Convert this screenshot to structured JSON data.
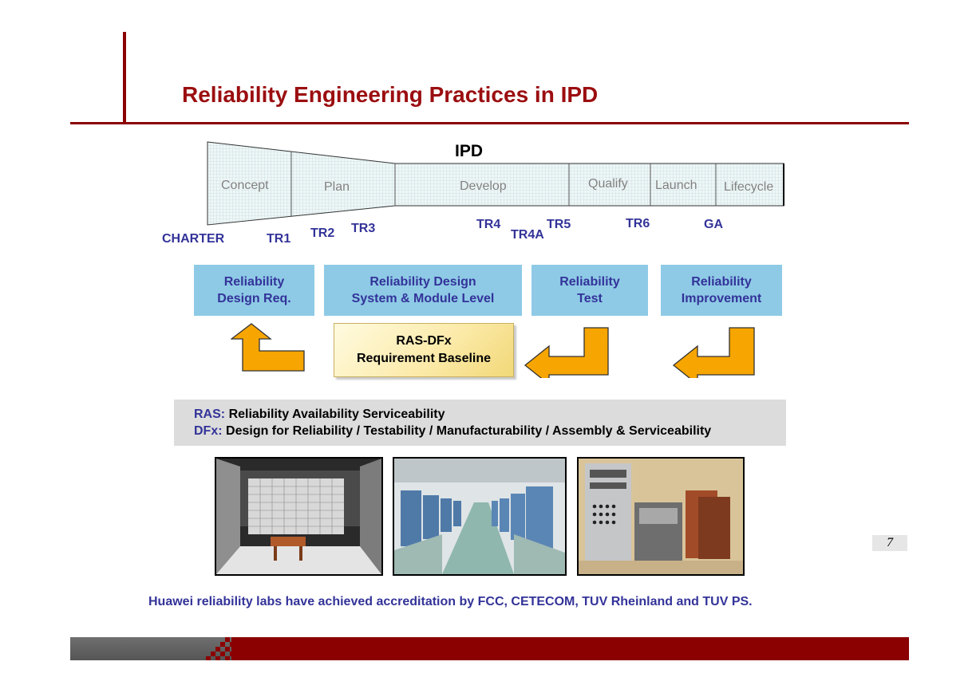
{
  "title": "Reliability Engineering Practices in IPD",
  "ipd": {
    "label": "IPD",
    "phases": [
      "Concept",
      "Plan",
      "Develop",
      "Qualify",
      "Launch",
      "Lifecycle"
    ]
  },
  "checkpoints": [
    "CHARTER",
    "TR1",
    "TR2",
    "TR3",
    "TR4",
    "TR4A",
    "TR5",
    "TR6",
    "GA"
  ],
  "stages": [
    {
      "line1": "Reliability",
      "line2": "Design Req."
    },
    {
      "line1": "Reliability Design",
      "line2": "System & Module Level"
    },
    {
      "line1": "Reliability",
      "line2": "Test"
    },
    {
      "line1": "Reliability",
      "line2": "Improvement"
    }
  ],
  "baseline": {
    "line1": "RAS-DFx",
    "line2": "Requirement Baseline"
  },
  "glossary": {
    "ras_term": "RAS:",
    "ras_text": "Reliability Availability Serviceability",
    "dfx_term": "DFx:",
    "dfx_text": "Design for Reliability / Testability / Manufacturability / Assembly & Serviceability"
  },
  "page_number": "7",
  "footer_note": "Huawei reliability labs have achieved accreditation by FCC, CETECOM, TUV Rheinland and TUV PS.",
  "colors": {
    "brand_red": "#8b0000",
    "title_red": "#9b0e10",
    "label_blue": "#333399",
    "stage_fill": "#8ecae6",
    "arrow_orange": "#f7a500"
  }
}
